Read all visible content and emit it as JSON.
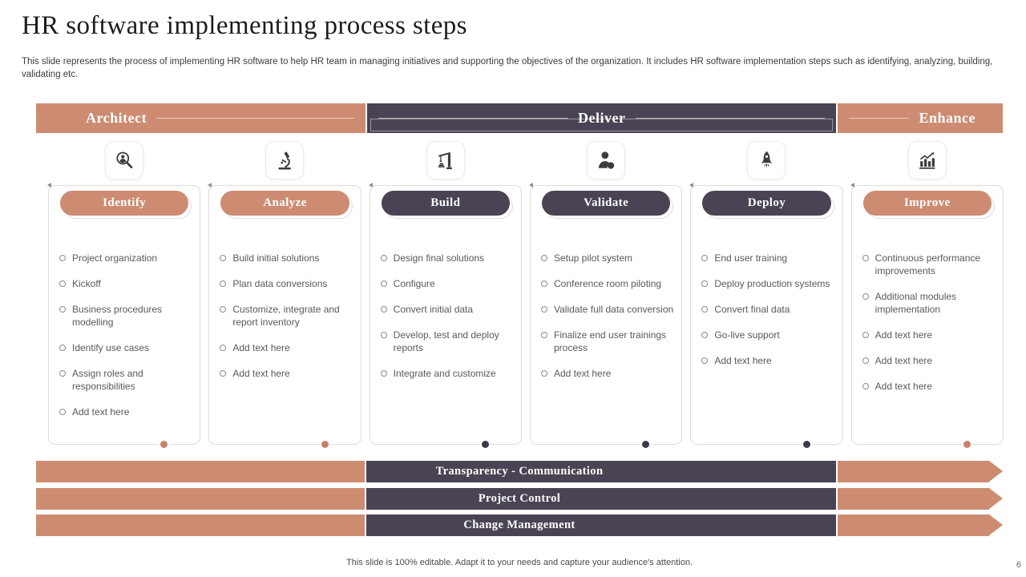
{
  "slide": {
    "title": "HR software implementing process steps",
    "description": "This slide represents the process of implementing HR software to help HR team in managing initiatives and supporting the objectives of the organization. It includes HR software implementation steps such as identifying, analyzing, building, validating etc.",
    "footer": "This slide is 100% editable. Adapt it to your needs and capture your audience's attention.",
    "page_number": "6"
  },
  "colors": {
    "salmon": "#CD8C72",
    "dark": "#4A4353",
    "body_text": "#595959"
  },
  "phases": [
    {
      "label": "Architect",
      "theme": "salmon"
    },
    {
      "label": "Deliver",
      "theme": "dark"
    },
    {
      "label": "Enhance",
      "theme": "salmon"
    }
  ],
  "columns": [
    {
      "label": "Identify",
      "theme": "salmon",
      "icon": "person-search-icon",
      "items": [
        "Project organization",
        "Kickoff",
        "Business procedures modelling",
        "Identify use cases",
        "Assign roles and responsibilities",
        "Add text here"
      ]
    },
    {
      "label": "Analyze",
      "theme": "salmon",
      "icon": "microscope-icon",
      "items": [
        "Build initial solutions",
        "Plan data conversions",
        "Customize, integrate and report inventory",
        "Add text here",
        "Add text here"
      ]
    },
    {
      "label": "Build",
      "theme": "dark",
      "icon": "crane-icon",
      "items": [
        "Design final solutions",
        "Configure",
        "Convert initial data",
        "Develop, test and deploy reports",
        "Integrate and customize"
      ]
    },
    {
      "label": "Validate",
      "theme": "dark",
      "icon": "person-check-icon",
      "items": [
        "Setup pilot system",
        "Conference room piloting",
        "Validate full data conversion",
        "Finalize end user trainings process",
        "Add text here"
      ]
    },
    {
      "label": "Deploy",
      "theme": "dark",
      "icon": "rocket-icon",
      "items": [
        "End user training",
        "Deploy production systems",
        "Convert final data",
        "Go-live support",
        "Add text here"
      ]
    },
    {
      "label": "Improve",
      "theme": "salmon",
      "icon": "growth-chart-icon",
      "items": [
        "Continuous performance improvements",
        "Additional modules implementation",
        "Add text here",
        "Add text here",
        "Add text here"
      ]
    }
  ],
  "ribbons": [
    {
      "label": "Transparency - Communication"
    },
    {
      "label": "Project Control"
    },
    {
      "label": "Change Management"
    }
  ]
}
